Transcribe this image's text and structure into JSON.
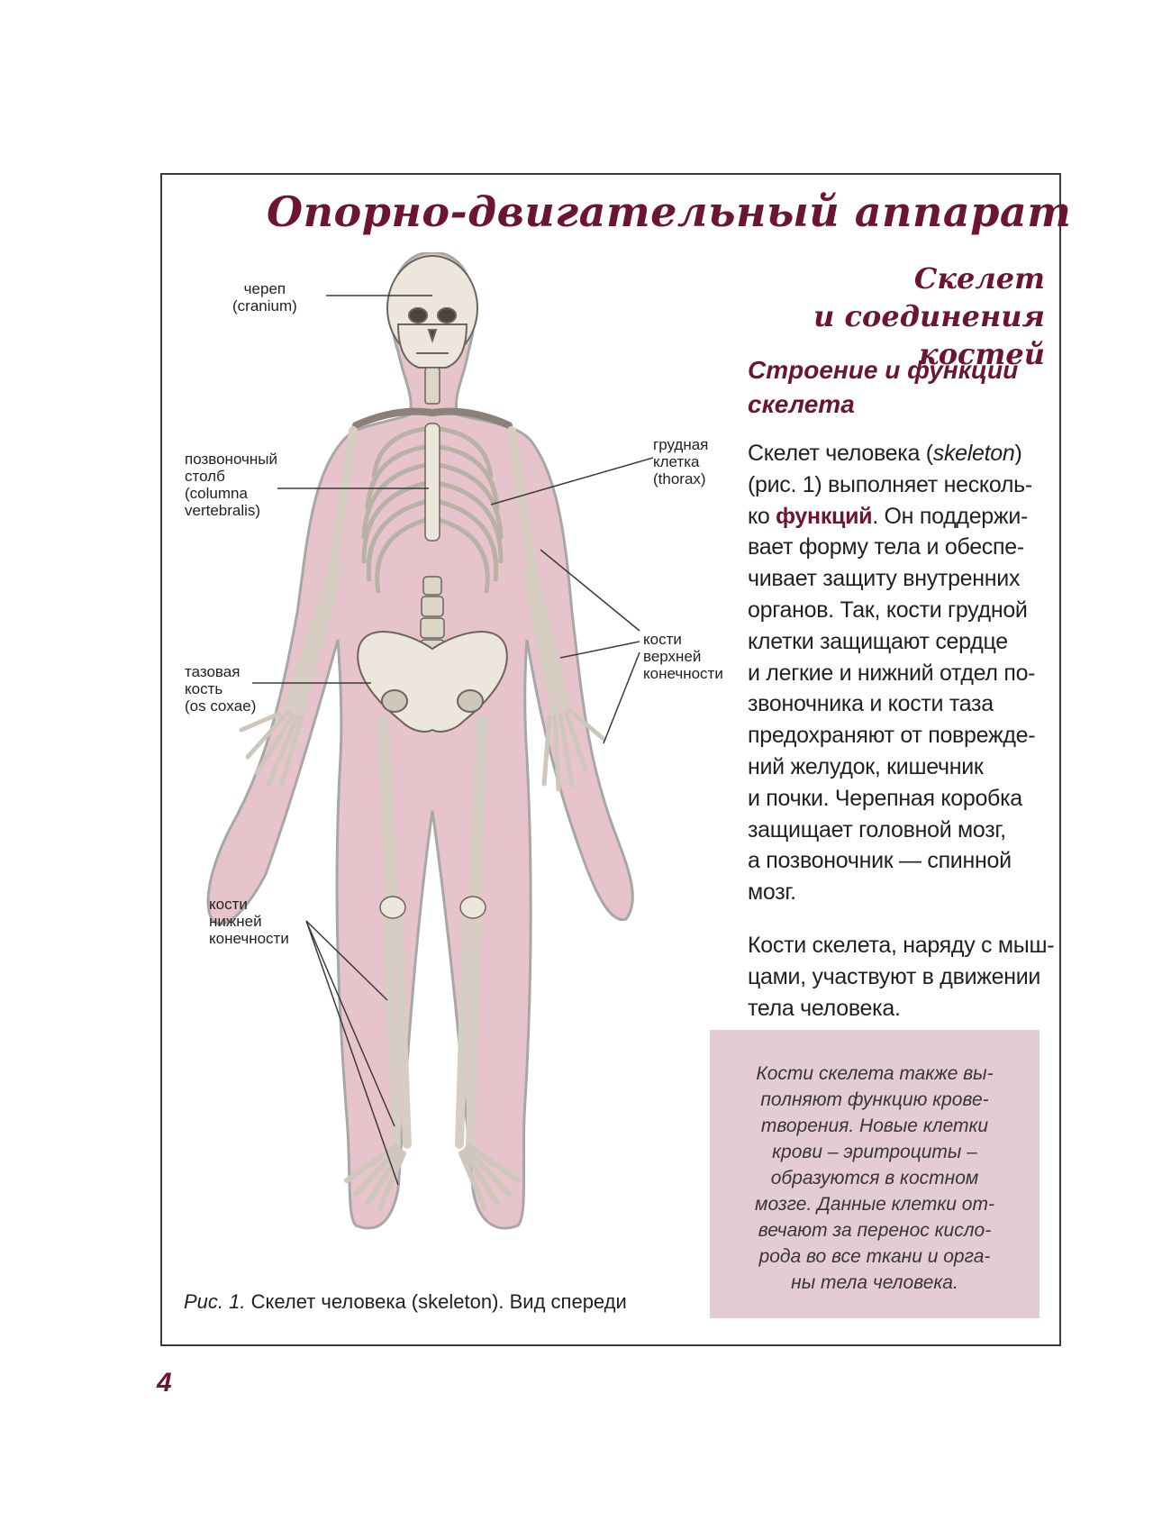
{
  "title": "Опорно-двигательный аппарат",
  "section_title": [
    "Скелет",
    "и соединения костей"
  ],
  "subheading": [
    "Строение и функции",
    "скелета"
  ],
  "paragraph1": {
    "l1a": "Скелет человека (",
    "l1b": "skeleton",
    "l1c": ")",
    "l2": "(рис. 1) выполняет несколь-",
    "l3a": "ко ",
    "l3b": "функций",
    "l3c": ". Он поддержи-",
    "rest": [
      "вает форму тела и обеспе-",
      "чивает защиту внутренних",
      "органов. Так, кости грудной",
      "клетки защищают сердце",
      "и легкие и нижний отдел по-",
      "звоночника и кости таза",
      "предохраняют от поврежде-",
      "ний желудок, кишечник",
      "и почки. Черепная коробка",
      "защищает головной мозг,",
      "а позвоночник — спинной",
      "мозг."
    ]
  },
  "paragraph2": [
    "Кости скелета, наряду с мыш-",
    "цами, участвуют в движении",
    "тела человека."
  ],
  "note": [
    "Кости скелета также вы-",
    "полняют функцию крове-",
    "творения. Новые клетки",
    "крови – эритроциты –",
    "образуются в костном",
    "мозге. Данные клетки от-",
    "вечают за перенос кисло-",
    "рода во все ткани и орга-",
    "ны тела человека."
  ],
  "caption": {
    "prefix": "Рис. 1.",
    "text": " Скелет человека (skeleton). Вид спереди"
  },
  "labels": {
    "skull": [
      "череп",
      "(cranium)"
    ],
    "spine": [
      "позвоночный",
      "столб",
      "(columna",
      "vertebralis)"
    ],
    "thorax": [
      "грудная",
      "клетка",
      "(thorax)"
    ],
    "upper_limb": [
      "кости",
      "верхней",
      "конечности"
    ],
    "pelvis": [
      "тазовая",
      "кость",
      "(os coxae)"
    ],
    "lower_limb": [
      "кости",
      "нижней",
      "конечности"
    ]
  },
  "page_number": "4",
  "colors": {
    "accent": "#6b1533",
    "body_silhouette": "#e7c4cc",
    "note_background": "#e3ccd6",
    "bone": "#ece6dc"
  }
}
